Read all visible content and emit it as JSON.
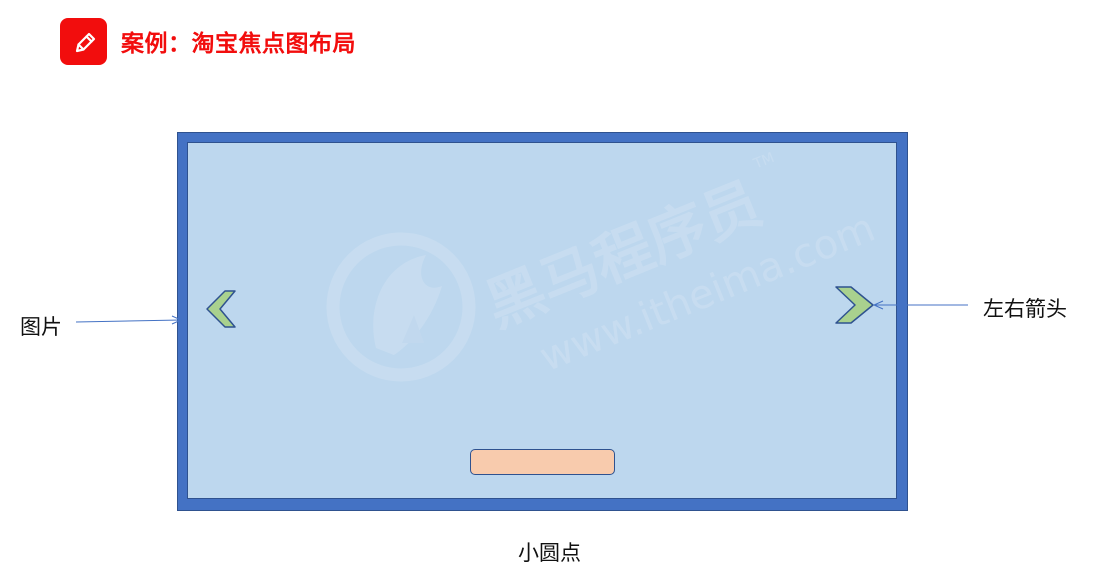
{
  "header": {
    "icon": "pencil-icon",
    "title": "案例：淘宝焦点图布局",
    "accent_color": "#f20d0d"
  },
  "diagram": {
    "frame_color": "#4472c4",
    "image_color": "#bdd7ee",
    "arrow_color": "#a9d18e",
    "dots_color": "#f8cbad",
    "watermark": {
      "brand": "黑马程序员",
      "trademark": "TM",
      "url": "www.itheima.com"
    }
  },
  "labels": {
    "image": "图片",
    "arrows": "左右箭头",
    "dots": "小圆点"
  }
}
